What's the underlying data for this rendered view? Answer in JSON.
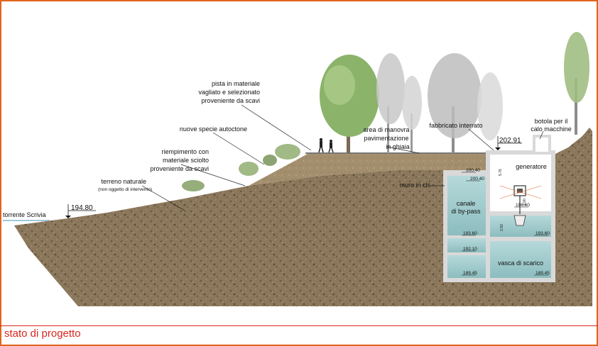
{
  "title": "stato di progetto",
  "labels": {
    "pista": [
      "pista in materiale",
      "vagliato e selezionato",
      "proveniente da scavi"
    ],
    "nuove_specie": "nuove specie autoctone",
    "riempimento": [
      "riempimento con",
      "materiale sciolto",
      "proveniente da scavi"
    ],
    "terreno": "terreno naturale",
    "terreno_note": "(non oggetto di intervento)",
    "torrente": "torrente Scrivia",
    "area_manovra": [
      "area di manovra",
      "pavimentazione",
      "in ghiaia"
    ],
    "fabbricato": "fabbricato interrato",
    "botola": [
      "botola per il",
      "calo macchine"
    ],
    "muro": "muro in cls",
    "canale": [
      "canale",
      "di by-pass"
    ],
    "generatore": "generatore",
    "vasca": "vasca di scarico"
  },
  "elevations": {
    "torrente": "194.80",
    "fabbricato": "202.91",
    "e200_40": "200.40",
    "e200_40b": "200.40",
    "e196_60": "196.60",
    "e193_60": "193.60",
    "e193_60b": "193.60",
    "e192_10": "192.10",
    "e189_45": "189.45",
    "e189_45b": "189.45"
  },
  "dimensions": {
    "d5_76": "5.76",
    "d2_00": "2.00",
    "d2_50": "2.50"
  },
  "colors": {
    "frame": "#e2641c",
    "title": "#d9281e",
    "soil": "#8a7458",
    "fill": "#a08a6a",
    "water": "#9fc7c9"
  }
}
